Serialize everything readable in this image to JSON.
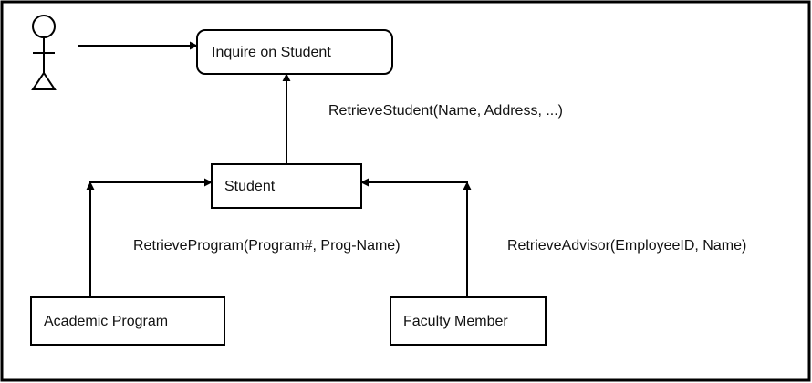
{
  "diagram": {
    "actor": {
      "icon": "stick-figure-icon"
    },
    "nodes": {
      "inquire": "Inquire on Student",
      "student": "Student",
      "academic_program": "Academic Program",
      "faculty_member": "Faculty Member"
    },
    "messages": {
      "retrieve_student": "RetrieveStudent(Name, Address, ...)",
      "retrieve_program": "RetrieveProgram(Program#, Prog-Name)",
      "retrieve_advisor": "RetrieveAdvisor(EmployeeID, Name)"
    },
    "colors": {
      "stroke": "#000000",
      "text": "#111111",
      "background": "#ffffff"
    }
  }
}
